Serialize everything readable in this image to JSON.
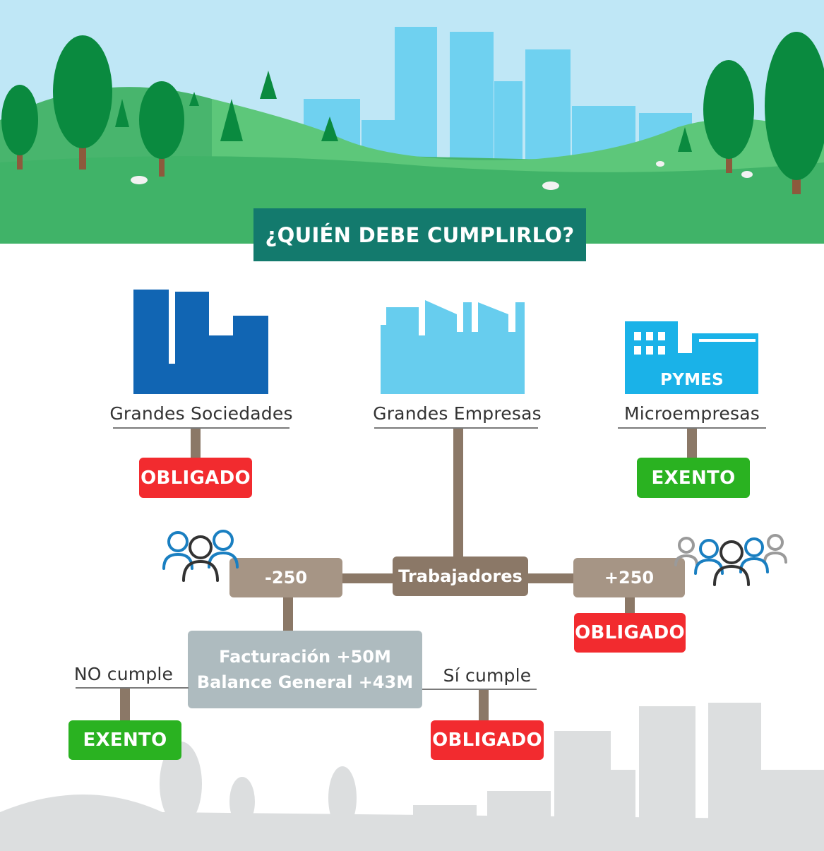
{
  "title": "¿QUIÉN DEBE CUMPLIRLO?",
  "categories": {
    "large_companies_societies": {
      "label": "Grandes Sociedades",
      "status": "OBLIGADO"
    },
    "large_enterprises": {
      "label": "Grandes Empresas"
    },
    "micro_enterprises": {
      "label": "Microempresas",
      "building_sign": "PYMES",
      "status": "EXENTO"
    }
  },
  "workers": {
    "label": "Trabajadores",
    "less_than": "-250",
    "more_than": "+250",
    "more_than_status": "OBLIGADO"
  },
  "criteria": {
    "line1": "Facturación +50M",
    "line2": "Balance General +43M",
    "no_label": "NO cumple",
    "no_status": "EXENTO",
    "yes_label": "Sí cumple",
    "yes_status": "OBLIGADO"
  },
  "colors": {
    "sky": "#bde6f5",
    "grass": "#3fb36b",
    "banner": "#137a6d",
    "dark_blue_building": "#1165b3",
    "light_blue_building": "#67cdee",
    "pymes_building": "#1ab2e8",
    "connector": "#8b7867",
    "workers_box": "#a69585",
    "criteria_box": "#aebbbf",
    "obligado": "#f22b2f",
    "exento": "#2ab221"
  },
  "icons": [
    "tree-icon",
    "building-icon",
    "people-group-icon"
  ]
}
